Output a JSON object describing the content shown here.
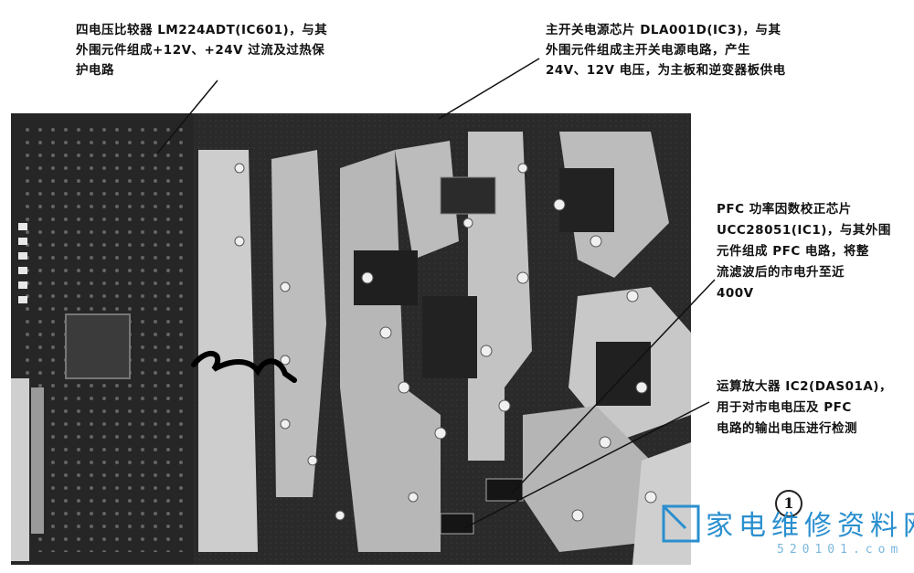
{
  "annotations": {
    "comparator": [
      "四电压比较器 LM224ADT(IC601)，与其",
      "外围元件组成+12V、+24V 过流及过热保",
      "护电路"
    ],
    "switch_power": [
      "主开关电源芯片 DLA001D(IC3)，与其",
      "外围元件组成主开关电源电路，产生",
      "24V、12V 电压，为主板和逆变器板供电"
    ],
    "pfc": [
      "PFC 功率因数校正芯片",
      "UCC28051(IC1)，与其外围",
      "元件组成 PFC 电路，将整",
      "流滤波后的市电升至近",
      "400V"
    ],
    "opamp": [
      "运算放大器 IC2(DAS01A)，",
      "用于对市电电压及 PFC",
      "电路的输出电压进行检测"
    ]
  },
  "page_number": "1",
  "watermark": {
    "title": "家电维修资料网",
    "url": "520101.com"
  },
  "colors": {
    "watermark_blue": "#2a8fcf",
    "board_dark": "#1c1c1c",
    "trace_light": "#bdbdbd"
  }
}
